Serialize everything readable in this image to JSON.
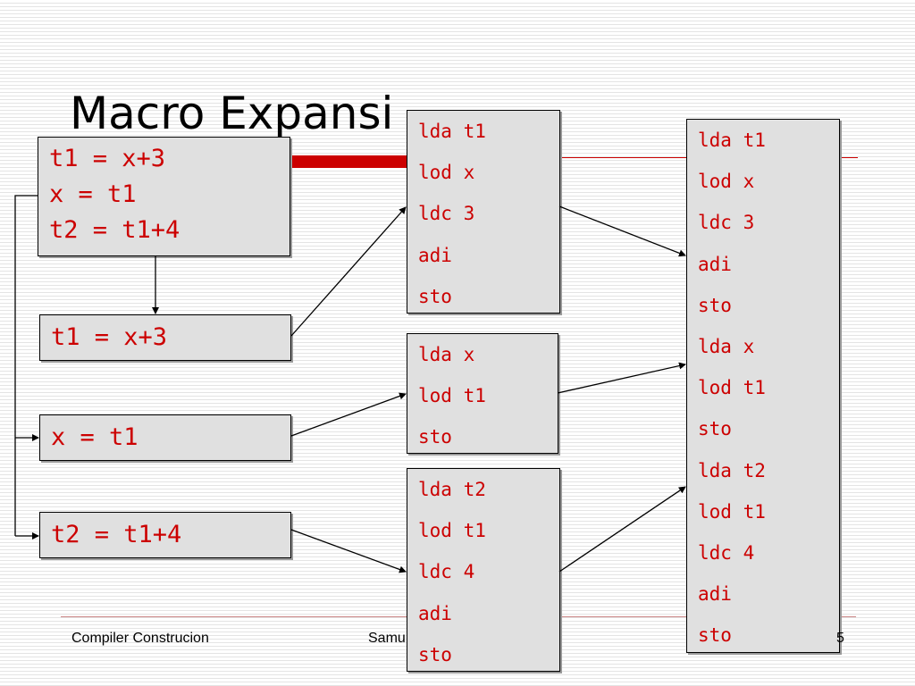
{
  "slide": {
    "title": "Macro Expansi",
    "footer": {
      "left": "Compiler Construcion",
      "middle": "Samu",
      "page": "5"
    }
  },
  "diagram": {
    "source_block": [
      "t1 = x+3",
      "x = t1",
      "t2 = t1+4"
    ],
    "statements": [
      {
        "text": "t1 = x+3"
      },
      {
        "text": "x = t1"
      },
      {
        "text": "t2 = t1+4"
      }
    ],
    "expansions": [
      [
        "lda t1",
        "lod x",
        "ldc 3",
        "adi",
        "sto"
      ],
      [
        "lda x",
        "lod t1",
        "sto"
      ],
      [
        "lda t2",
        "lod t1",
        "ldc 4",
        "adi",
        "sto"
      ]
    ],
    "combined": [
      "lda t1",
      "lod x",
      "ldc 3",
      "adi",
      "sto",
      "lda x",
      "lod t1",
      "sto",
      "lda t2",
      "lod t1",
      "ldc 4",
      "adi",
      "sto"
    ]
  },
  "colors": {
    "code_text": "#cc0000",
    "box_fill": "#e0e0e0",
    "accent": "#cc0000"
  }
}
